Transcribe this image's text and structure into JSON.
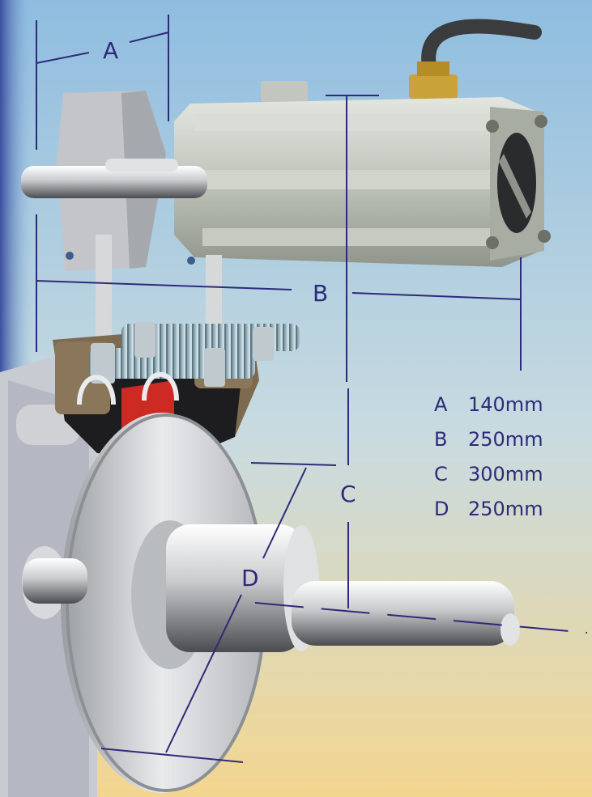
{
  "dimensions": {
    "letters": {
      "a": "A",
      "b": "B",
      "c": "C",
      "d": "D"
    },
    "legend": [
      {
        "key": "A",
        "value": "140mm"
      },
      {
        "key": "B",
        "value": "250mm"
      },
      {
        "key": "C",
        "value": "300mm"
      },
      {
        "key": "D",
        "value": "250mm"
      }
    ]
  },
  "colors": {
    "dimension_line": "#2e2a7a",
    "sky_top": "#8fbde0",
    "sky_bottom": "#f3d68f",
    "actuator_body": "#c4c9c2",
    "caliper_red": "#cc2a22",
    "brass_fitting": "#c9a23a"
  }
}
